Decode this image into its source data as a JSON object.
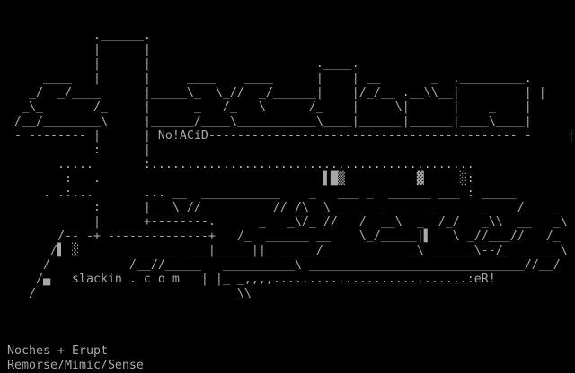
{
  "art": {
    "rows": [
      "",
      "",
      "             .______.",
      "             |      |",
      "             |      |                       .____.",
      "      ____   |      |     ____    ____      |    | __       _  ._________.",
      "    _/  _/____      |_____\\_  \\_//  _/______|    |/_/__ .__\\\\__|         | |",
      "   _\\_       /_     |      _   /_   \\      /_    |     \\|      |    _    |",
      "  /__/________\\     |______/____\\___________\\____|______|______|____\\____|",
      "  - -------- |      | No!ACiD------------------------------------------- -     |",
      "             :      |",
      "        .....       :.............................................",
      "         :   .                               ▌█▒          ▓     ░:",
      "      . .:...       ... __  ___________    _   ___ _  ______ ___ : _____",
      "             :      |   \\_//__________// /\\ _\\ _ __  _ ______   ____    /_____",
      "             |      +--------.      _   _\\/_ //   /  __\\  _  /_/   _\\\\  __   _\\",
      "        /-- -+ --------------+   /_  ______ __    \\_/_____|▌   \\ _//___//   /_",
      "       /▌ ░        __  __ ___|_____||_ __ __/_           _\\ ______\\--/_  _____\\",
      "      /           /__//_____   __________\\ ______________________________//__/",
      "     /▄   slackin . c o m   | |_ _,,,,...........................:eR!",
      "    /____________________________\\\\",
      "",
      "",
      ""
    ]
  },
  "credits": {
    "line1": " Noches + Erupt",
    "line2": " Remorse/Mimic/Sense"
  }
}
